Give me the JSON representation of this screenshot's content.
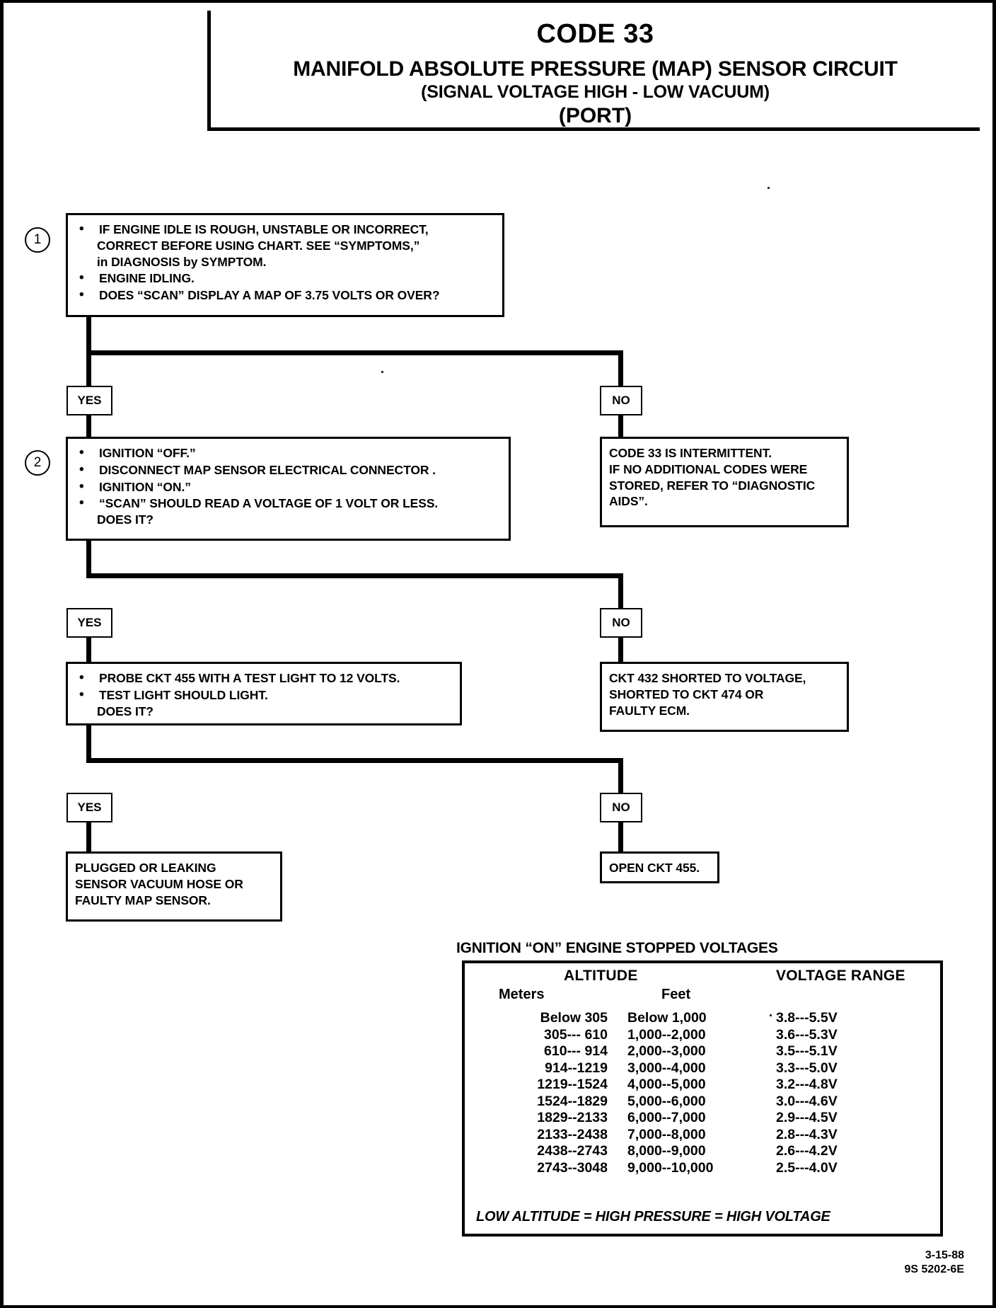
{
  "title": {
    "code": "CODE 33",
    "main": "MANIFOLD ABSOLUTE PRESSURE (MAP) SENSOR CIRCUIT",
    "sub": "(SIGNAL VOLTAGE HIGH - LOW VACUUM)",
    "port": "(PORT)"
  },
  "steps": {
    "step1": {
      "number": "1",
      "bullets": [
        {
          "line1": "IF ENGINE IDLE IS ROUGH, UNSTABLE OR INCORRECT,",
          "line2": "CORRECT BEFORE USING CHART.  SEE “SYMPTOMS,”",
          "line3": " in DIAGNOSIS by SYMPTOM."
        },
        {
          "line1": "ENGINE IDLING."
        },
        {
          "line1": "DOES “SCAN” DISPLAY A MAP OF 3.75  VOLTS OR OVER?"
        }
      ]
    },
    "step2": {
      "number": "2",
      "bullets": [
        {
          "line1": "IGNITION “OFF.”"
        },
        {
          "line1": "DISCONNECT MAP SENSOR ELECTRICAL CONNECTOR ."
        },
        {
          "line1": "IGNITION “ON.”"
        },
        {
          "line1": "“SCAN” SHOULD READ  A VOLTAGE OF 1 VOLT OR LESS.",
          "line2": "DOES IT?"
        }
      ]
    },
    "step3": {
      "bullets": [
        {
          "line1": "PROBE CKT 455 WITH A TEST LIGHT TO 12  VOLTS."
        },
        {
          "line1": "TEST LIGHT SHOULD LIGHT.",
          "line2": "DOES IT?"
        }
      ]
    }
  },
  "branch_labels": {
    "yes1": "YES",
    "no1": "NO",
    "yes2": "YES",
    "no2": "NO",
    "yes3": "YES",
    "no3": "NO"
  },
  "results": {
    "intermittent": [
      "CODE 33 IS INTERMITTENT.",
      "IF NO ADDITIONAL CODES WERE",
      "STORED, REFER TO “DIAGNOSTIC",
      "AIDS”."
    ],
    "ckt432": [
      "CKT 432 SHORTED TO VOLTAGE,",
      "SHORTED TO CKT 474 OR",
      "FAULTY ECM."
    ],
    "plugged": [
      "PLUGGED OR LEAKING",
      "SENSOR  VACUUM HOSE OR",
      "FAULTY MAP SENSOR."
    ],
    "open455": [
      "OPEN CKT 455."
    ]
  },
  "voltage_table": {
    "heading": "IGNITION “ON” ENGINE STOPPED VOLTAGES",
    "group_header": "ALTITUDE",
    "voltage_header": "VOLTAGE RANGE",
    "col_meters": "Meters",
    "col_feet": "Feet",
    "rows": [
      {
        "meters": "Below 305",
        "feet": "Below 1,000",
        "volts": "3.8---5.5V"
      },
      {
        "meters": "305--- 610",
        "feet": "1,000--2,000",
        "volts": "3.6---5.3V"
      },
      {
        "meters": "610--- 914",
        "feet": "2,000--3,000",
        "volts": "3.5---5.1V"
      },
      {
        "meters": "914--1219",
        "feet": "3,000--4,000",
        "volts": "3.3---5.0V"
      },
      {
        "meters": "1219--1524",
        "feet": "4,000--5,000",
        "volts": "3.2---4.8V"
      },
      {
        "meters": "1524--1829",
        "feet": "5,000--6,000",
        "volts": "3.0---4.6V"
      },
      {
        "meters": "1829--2133",
        "feet": "6,000--7,000",
        "volts": "2.9---4.5V"
      },
      {
        "meters": "2133--2438",
        "feet": "7,000--8,000",
        "volts": "2.8---4.3V"
      },
      {
        "meters": "2438--2743",
        "feet": "8,000--9,000",
        "volts": "2.6---4.2V"
      },
      {
        "meters": "2743--3048",
        "feet": "9,000--10,000",
        "volts": "2.5---4.0V"
      }
    ],
    "footnote": "LOW ALTITUDE  = HIGH PRESSURE  = HIGH VOLTAGE"
  },
  "footer": {
    "date": "3-15-88",
    "doc_id": "9S 5202-6E"
  }
}
